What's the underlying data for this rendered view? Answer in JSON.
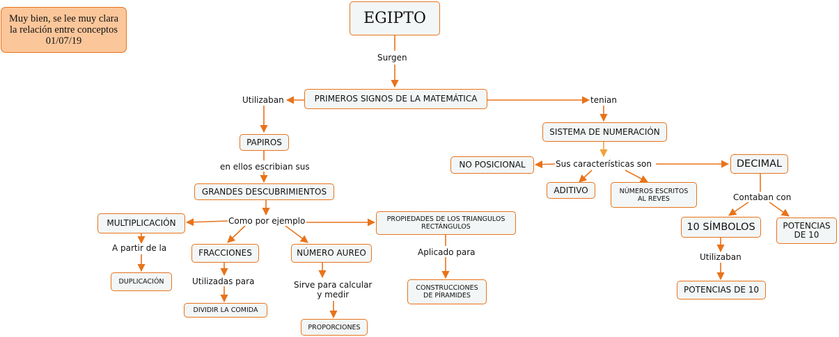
{
  "colors": {
    "edge": "#e8731a",
    "edge_light": "#f2a13a",
    "node_fill": "#f3f6f6",
    "note_fill": "#fbc69a"
  },
  "note": {
    "text": "Muy bien, se lee muy clara\nla relación entre conceptos\n01/07/19"
  },
  "nodes": {
    "egipto": "EGIPTO",
    "primeros": "PRIMEROS SIGNOS DE LA MATEMÁTICA",
    "papiros": "PAPIROS",
    "grandes": "GRANDES DESCUBRIMIENTOS",
    "multiplicacion": "MULTIPLICACIÓN",
    "duplicacion": "DUPLICACIÓN",
    "fracciones": "FRACCIONES",
    "dividir": "DIVIDIR LA COMIDA",
    "aureo": "NÚMERO AUREO",
    "proporciones": "PROPORCIONES",
    "triangulos": "PROPIEDADES DE LOS TRIANGULOS\nRECTÁNGULOS",
    "construcciones": "CONSTRUCCIONES\nDE PÍRAMIDES",
    "sistema": "SISTEMA DE NUMERACIÓN",
    "no_posicional": "NO POSICIONAL",
    "aditivo": "ADITIVO",
    "numeros_reves": "NÚMEROS ESCRITOS\nAL REVES",
    "decimal": "DECIMAL",
    "diez_simbolos": "10 SÍMBOLOS",
    "potencias_a": "POTENCIAS\nDE 10",
    "potencias_b": "POTENCIAS DE 10"
  },
  "links": {
    "surgen": "Surgen",
    "utilizaban": "Utilizaban",
    "tenian": "tenian",
    "en_ellos": "en ellos escribian sus",
    "como": "Como por ejemplo",
    "a_partir": "A partir de la",
    "utilizadas": "Utilizadas para",
    "sirve": "Sirve para calcular\ny medir",
    "aplicado": "Aplicado para",
    "sus_caract": "Sus características son",
    "contaban": "Contaban con",
    "utilizaban2": "Utilizaban"
  }
}
